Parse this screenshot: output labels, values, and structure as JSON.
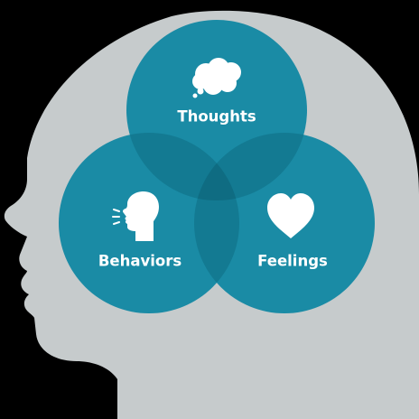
{
  "diagram": {
    "circles": [
      {
        "id": "thoughts",
        "label": "Thoughts",
        "icon": "thought-bubble-icon"
      },
      {
        "id": "behaviors",
        "label": "Behaviors",
        "icon": "speaking-head-icon"
      },
      {
        "id": "feelings",
        "label": "Feelings",
        "icon": "heart-icon"
      }
    ],
    "colors": {
      "background": "#000000",
      "head_silhouette": "#c6cbcc",
      "circle_fill": "#1a8ba5",
      "overlap_dark": "#137a92",
      "center_dark": "#0f6c82",
      "icon_fill": "#ffffff",
      "label_color": "#ffffff"
    }
  }
}
